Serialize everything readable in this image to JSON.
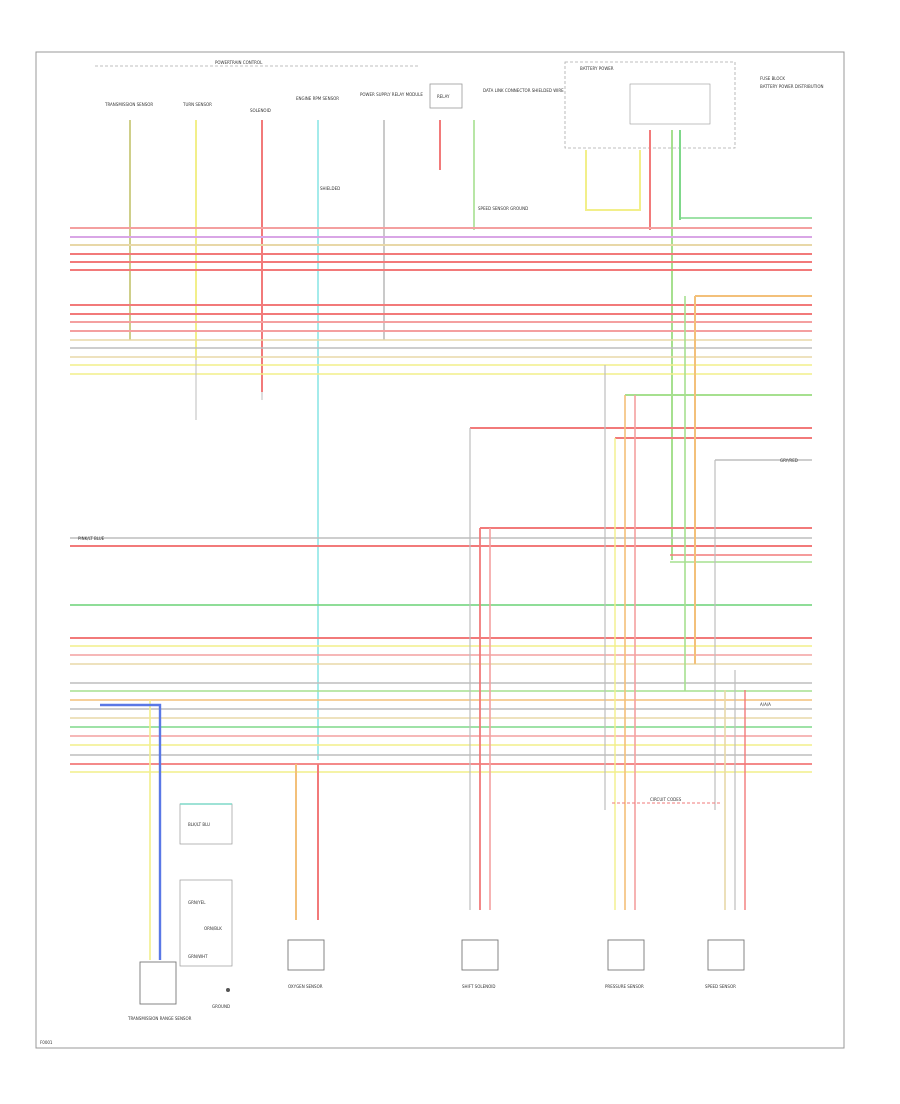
{
  "labels": {
    "top_bar": "POWERTRAIN CONTROL",
    "comp_1": "TRANSMISSION SENSOR",
    "comp_2": "TURN SENSOR",
    "comp_3": "SOLENOID",
    "comp_4": "ENGINE RPM SENSOR",
    "comp_5": "POWER SUPPLY RELAY MODULE",
    "box_top": "RELAY",
    "note_top": "DATA LINK CONNECTOR SHIELDED WIRE",
    "battery_block": "BATTERY POWER",
    "note_right": "FUSE BLOCK",
    "note_right2": "BATTERY POWER DISTRIBUTION",
    "sensor_note": "SPEED SENSOR GROUND",
    "mid_note": "SHIELDED",
    "pins_note": "CIRCUIT CODES",
    "pins_left_note": "PINK/LT BLUE",
    "bottom_a": "TRANSMISSION RANGE SENSOR",
    "bottom_b": "GROUND",
    "bottom_c": "OXYGEN SENSOR",
    "bottom_d": "SHIFT SOLENOID",
    "bottom_e": "PRESSURE SENSOR",
    "bottom_f": "SPEED SENSOR",
    "range_box1": "BLK/LT BLU",
    "range_box2": "GRN/YEL",
    "range_box3": "ORN/BLK",
    "range_box4": "GRN/WHT",
    "code_mid": "A/A/A",
    "footer": "F0001",
    "right_mid_label": "GRY/RED"
  },
  "wire_colors": {
    "red": "#f27a7a",
    "pink": "#f4a0a0",
    "yellow": "#f2ef8a",
    "green": "#7fd88a",
    "lightgreen": "#a6e08f",
    "cyan": "#8ee6e6",
    "blue": "#5a78e6",
    "gray": "#bdbdbd",
    "orange": "#f3c07a",
    "violet": "#d9a6e6",
    "tan": "#e8d8a8"
  }
}
